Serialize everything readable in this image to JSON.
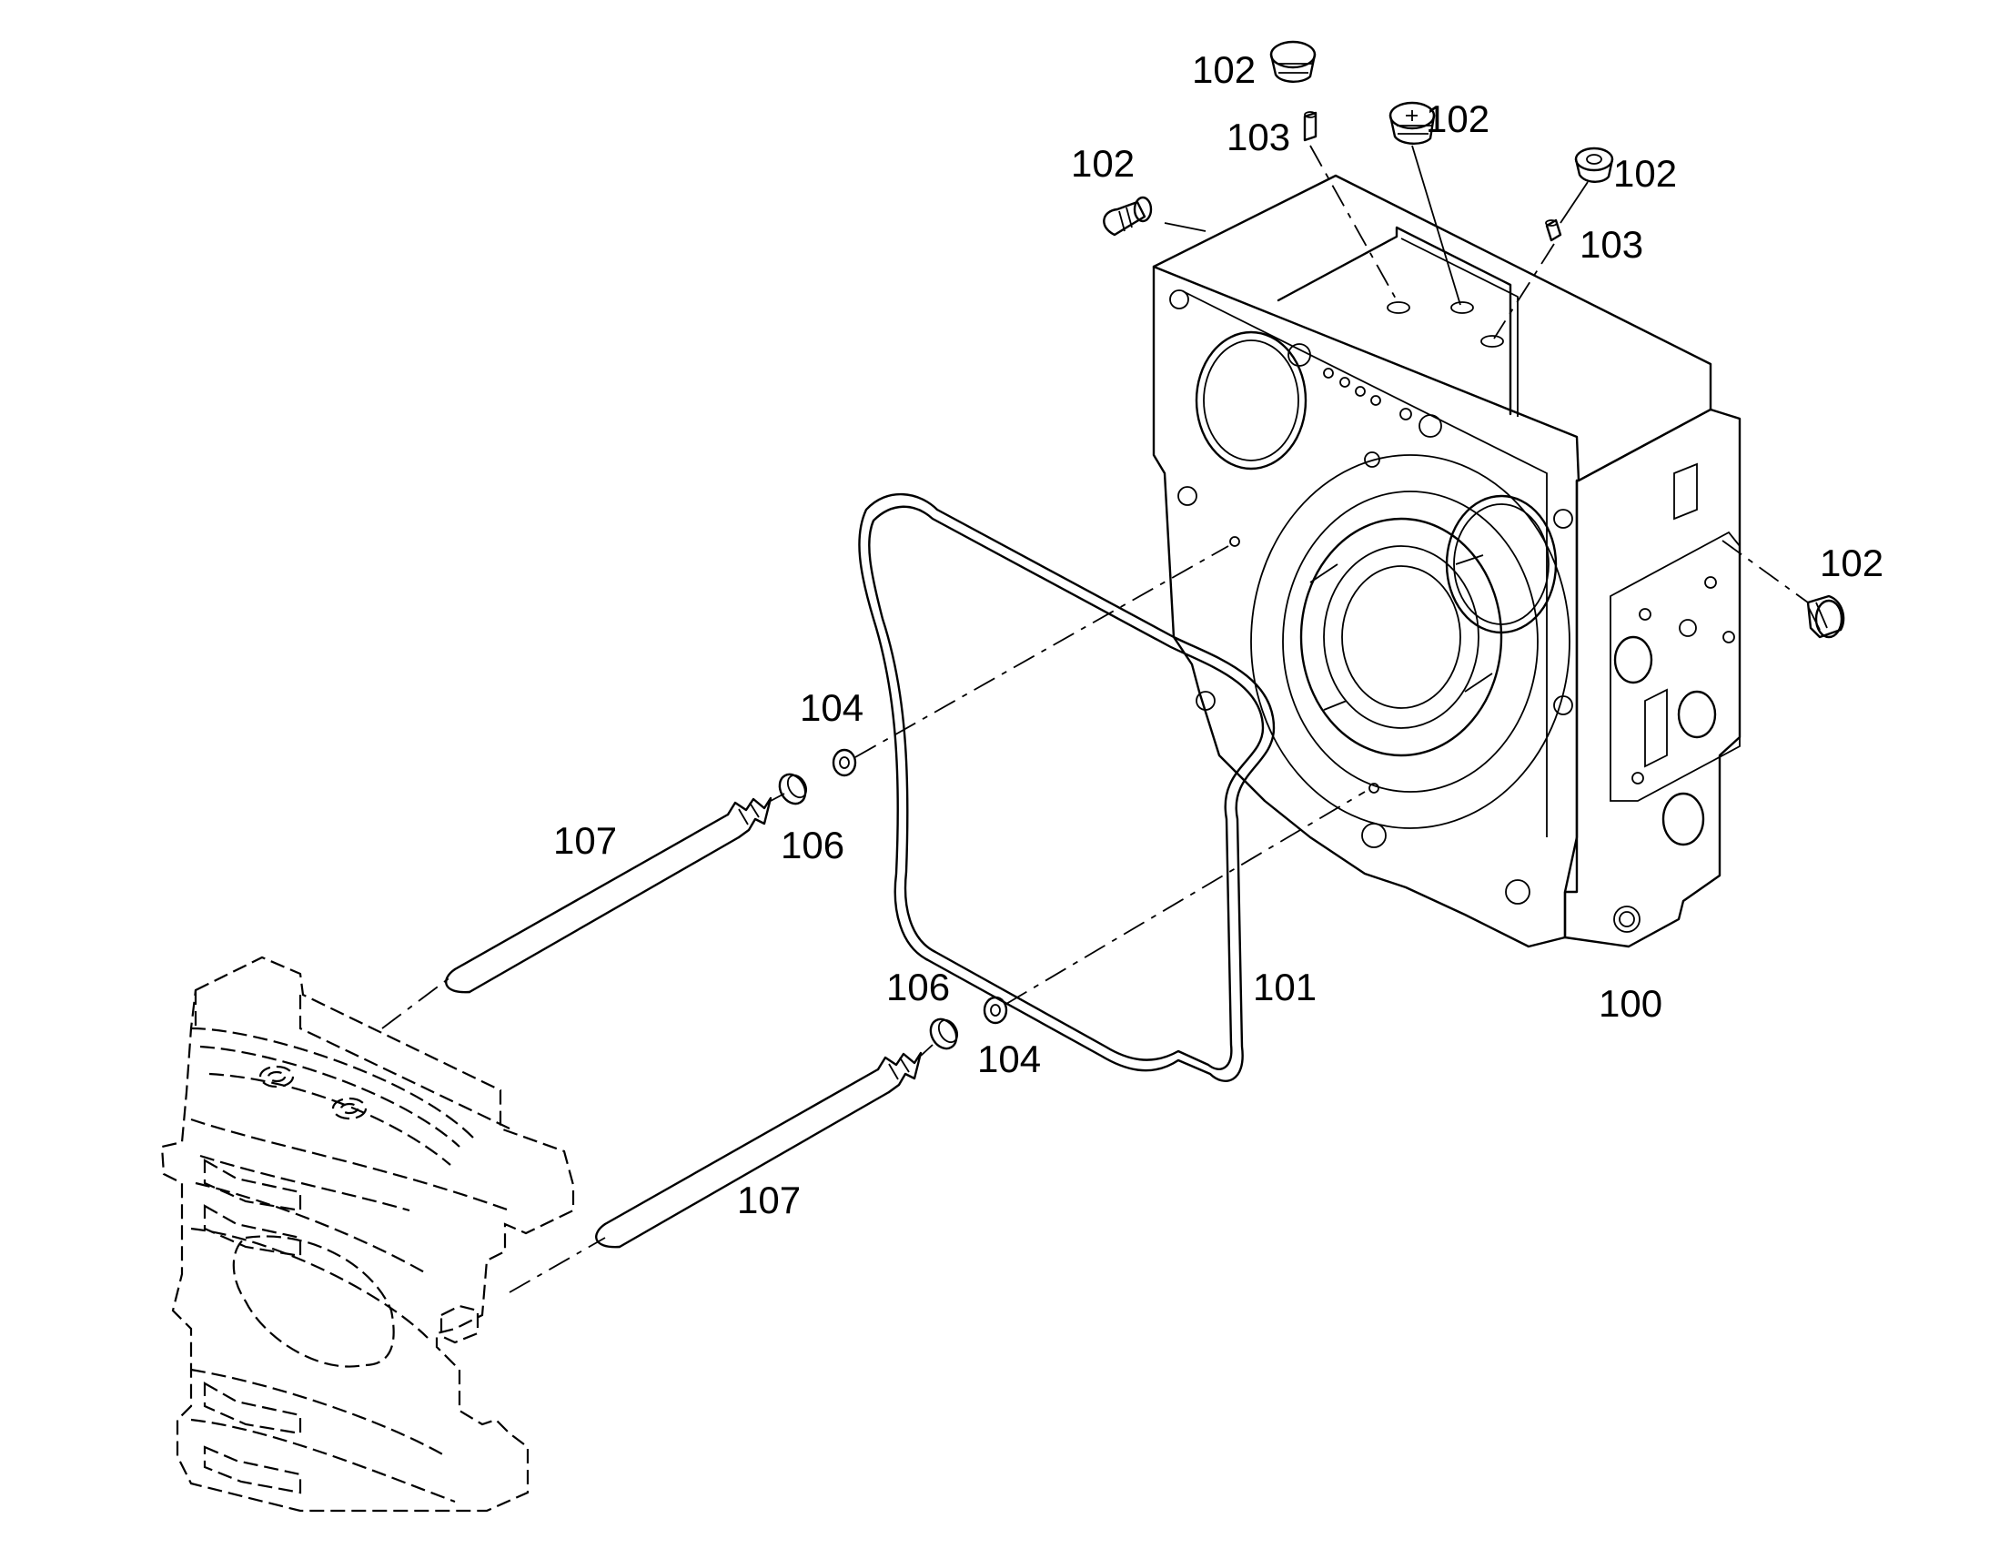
{
  "callouts": {
    "housing": "100",
    "gasket": "101",
    "plug_left": "102",
    "plug_top": "102",
    "plug_mid": "102",
    "plug_right_top": "102",
    "plug_side": "102",
    "pin_left": "103",
    "pin_right": "103",
    "washer_upper": "104",
    "washer_lower": "104",
    "ring_upper": "106",
    "ring_lower": "106",
    "stud_upper": "107",
    "stud_lower": "107"
  }
}
